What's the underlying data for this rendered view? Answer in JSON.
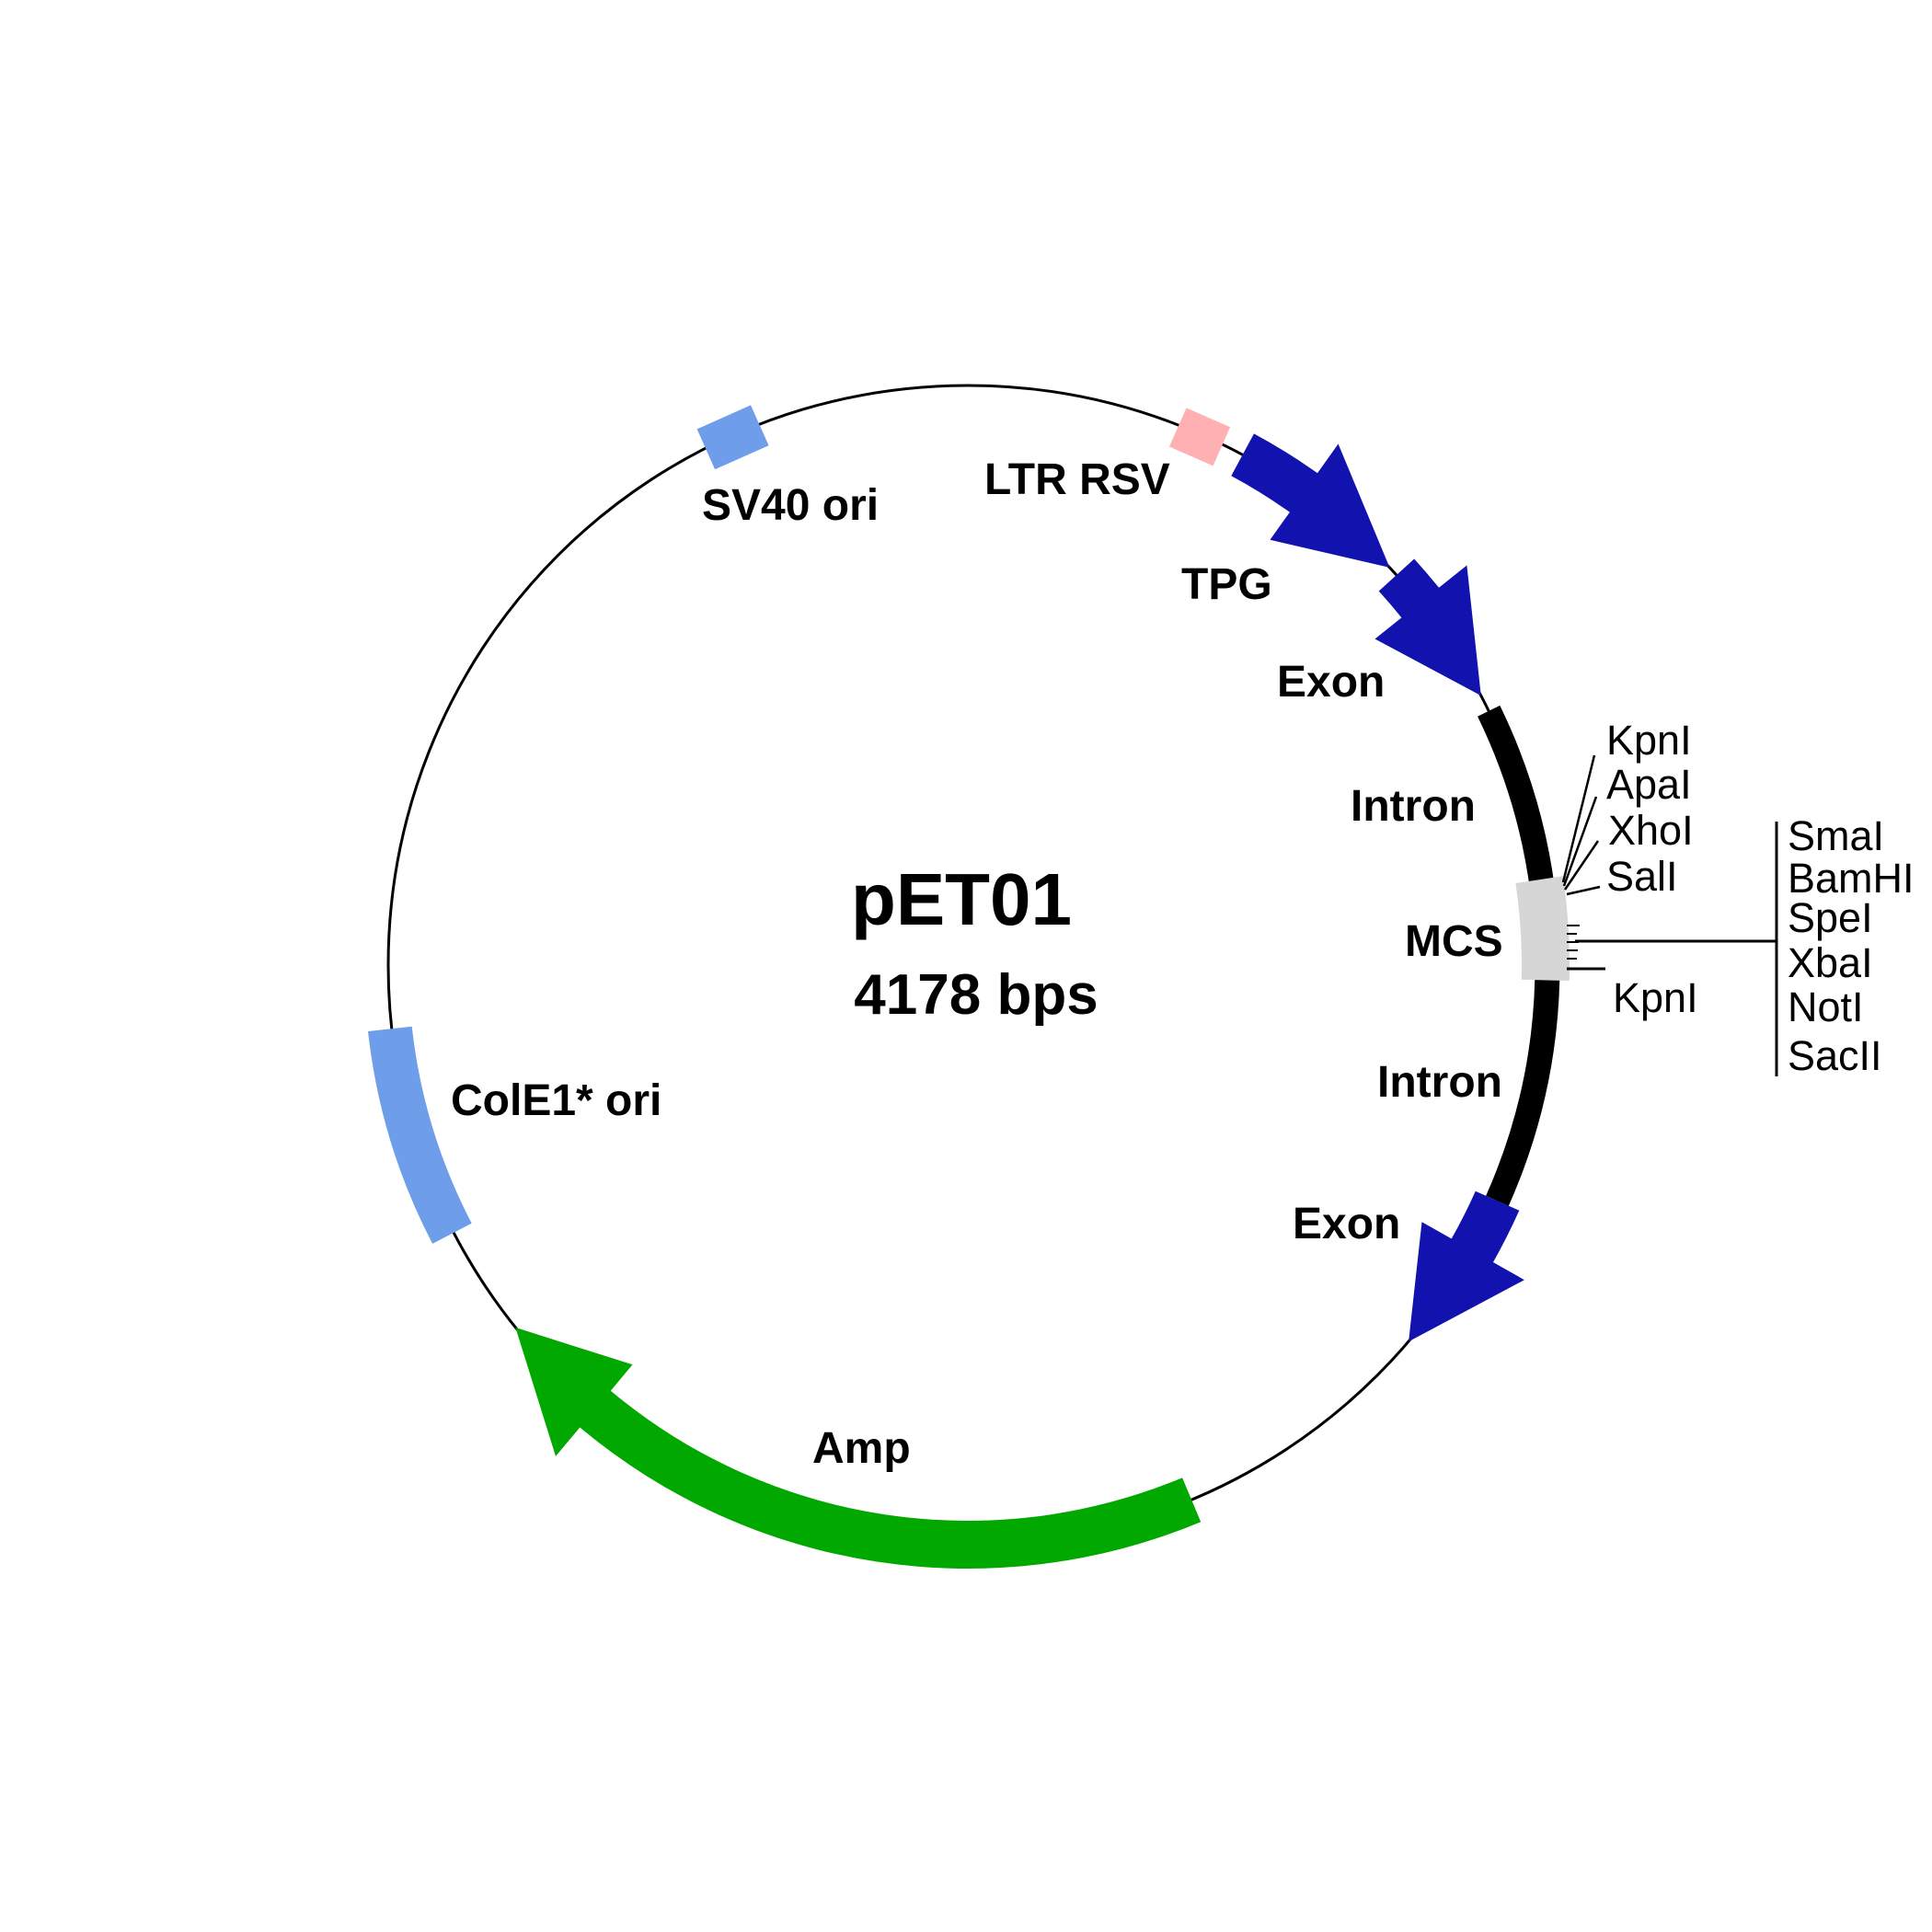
{
  "title": {
    "name": "pET01",
    "size": "4178 bps"
  },
  "labels": {
    "sv40": "SV40 ori",
    "ltr": "LTR RSV",
    "tpg": "TPG",
    "exon_upper": "Exon",
    "intron_upper": "Intron",
    "mcs": "MCS",
    "intron_lower": "Intron",
    "exon_lower": "Exon",
    "cole1": "ColE1* ori",
    "amp": "Amp"
  },
  "sites": {
    "kpn1_upper": "KpnI",
    "apa1": "ApaI",
    "xho1": "XhoI",
    "sal1": "SalI",
    "kpn1_lower": "KpnI",
    "sma1": "SmaI",
    "bamh1": "BamHI",
    "spe1": "SpeI",
    "xba1": "XbaI",
    "not1": "NotI",
    "sac2": "SacII"
  },
  "colors": {
    "backbone": "#000000",
    "exon_arrow": "#1212AE",
    "amp_arrow": "#00A800",
    "ori_blue": "#6E9DEA",
    "ltr_pink": "#FFB0B2",
    "mcs_gray": "#D6D6D6"
  }
}
